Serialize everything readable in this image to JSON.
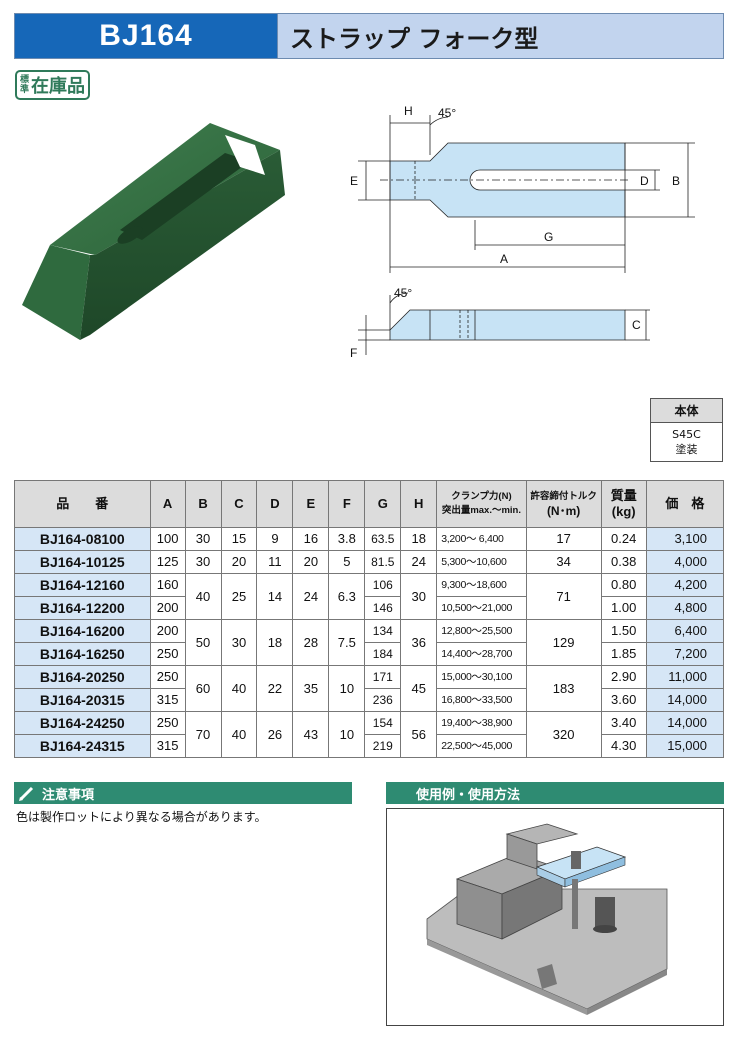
{
  "header": {
    "model": "BJ164",
    "title": "ストラップ フォーク型"
  },
  "badge": {
    "small_1": "標",
    "small_2": "準",
    "main": "在庫品"
  },
  "drawing": {
    "h": "H",
    "angle_top": "45°",
    "e": "E",
    "d": "D",
    "b": "B",
    "g": "G",
    "a": "A",
    "angle_side": "45°",
    "c": "C",
    "f": "F"
  },
  "material": {
    "header": "本体",
    "line1": "S45C",
    "line2": "塗装"
  },
  "table": {
    "headers": {
      "part": "品　　番",
      "a": "A",
      "b": "B",
      "c": "C",
      "d": "D",
      "e": "E",
      "f": "F",
      "g": "G",
      "h": "H",
      "clamp_1": "クランプ力(N)",
      "clamp_2": "突出量max.～min.",
      "torque_1": "許容締付トルク",
      "torque_2": "(N･m)",
      "mass_1": "質量",
      "mass_2": "(kg)",
      "price": "価　格"
    },
    "rows": [
      {
        "pn": "BJ164-08100",
        "a": "100",
        "b": "30",
        "c": "15",
        "d": "9",
        "e": "16",
        "f": "3.8",
        "g": "63.5",
        "h": "18",
        "clamp": "3,200～ 6,400",
        "torque": "17",
        "mass": "0.24",
        "price": "3,100"
      },
      {
        "pn": "BJ164-10125",
        "a": "125",
        "b": "30",
        "c": "20",
        "d": "11",
        "e": "20",
        "f": "5",
        "g": "81.5",
        "h": "24",
        "clamp": "5,300～10,600",
        "torque": "34",
        "mass": "0.38",
        "price": "4,000"
      },
      {
        "pn": "BJ164-12160",
        "a": "160",
        "b": "40",
        "c": "25",
        "d": "14",
        "e": "24",
        "f": "6.3",
        "g": "106",
        "h": "30",
        "clamp": "9,300～18,600",
        "torque": "71",
        "mass": "0.80",
        "price": "4,200"
      },
      {
        "pn": "BJ164-12200",
        "a": "200",
        "g": "146",
        "clamp": "10,500～21,000",
        "mass": "1.00",
        "price": "4,800"
      },
      {
        "pn": "BJ164-16200",
        "a": "200",
        "b": "50",
        "c": "30",
        "d": "18",
        "e": "28",
        "f": "7.5",
        "g": "134",
        "h": "36",
        "clamp": "12,800～25,500",
        "torque": "129",
        "mass": "1.50",
        "price": "6,400"
      },
      {
        "pn": "BJ164-16250",
        "a": "250",
        "g": "184",
        "clamp": "14,400～28,700",
        "mass": "1.85",
        "price": "7,200"
      },
      {
        "pn": "BJ164-20250",
        "a": "250",
        "b": "60",
        "c": "40",
        "d": "22",
        "e": "35",
        "f": "10",
        "g": "171",
        "h": "45",
        "clamp": "15,000～30,100",
        "torque": "183",
        "mass": "2.90",
        "price": "11,000"
      },
      {
        "pn": "BJ164-20315",
        "a": "315",
        "g": "236",
        "clamp": "16,800～33,500",
        "mass": "3.60",
        "price": "14,000"
      },
      {
        "pn": "BJ164-24250",
        "a": "250",
        "b": "70",
        "c": "40",
        "d": "26",
        "e": "43",
        "f": "10",
        "g": "154",
        "h": "56",
        "clamp": "19,400～38,900",
        "torque": "320",
        "mass": "3.40",
        "price": "14,000"
      },
      {
        "pn": "BJ164-24315",
        "a": "315",
        "g": "219",
        "clamp": "22,500～45,000",
        "mass": "4.30",
        "price": "15,000"
      }
    ]
  },
  "caution": {
    "title": "注意事項",
    "text": "色は製作ロットにより異なる場合があります。"
  },
  "usage": {
    "title": "使用例・使用方法"
  },
  "colors": {
    "model_bg": "#1667b8",
    "title_bg": "#c2d4ee",
    "accent_green": "#2e8b72",
    "part_fill": "#c7e3f5",
    "product_green": "#2f6a3e"
  }
}
